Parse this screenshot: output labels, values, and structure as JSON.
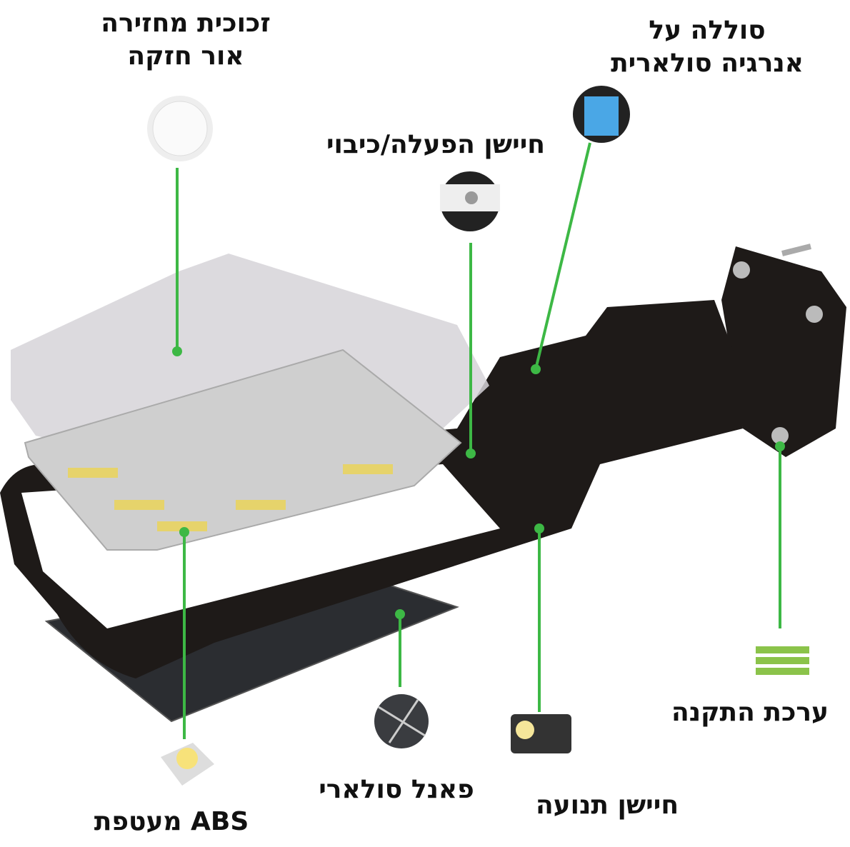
{
  "labels": {
    "reflective_glass": [
      "זכוכית מחזירה",
      "אור חזקה"
    ],
    "solar_battery": [
      "סוללה על",
      "אנרגיה סולארית"
    ],
    "on_off_sensor": "חיישן הפעלה/כיבוי",
    "install_kit": "ערכת התקנה",
    "motion_sensor": "חיישן תנועה",
    "solar_panel": "פאנל סולארי",
    "abs_shell": "ABS מעטפת"
  },
  "colors": {
    "accent": "#3db845",
    "body": "#1e1a18",
    "text": "#111111"
  }
}
